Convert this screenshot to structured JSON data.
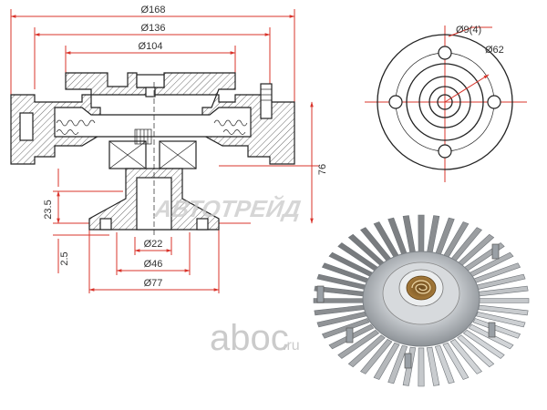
{
  "diagram": {
    "dimensions": {
      "d168": "Ø168",
      "d136": "Ø136",
      "d104": "Ø104",
      "h76": "76",
      "h23_5": "23.5",
      "h2_5": "2.5",
      "d22": "Ø22",
      "d46": "Ø46",
      "d77": "Ø77",
      "holes": "Ø9(4)",
      "d62": "Ø62"
    },
    "watermark": "АВТОТРЕЙД",
    "brand": {
      "name": "aboc",
      "suffix": ".ru"
    }
  },
  "colors": {
    "dimension_line": "#d9342b",
    "drawing_ink": "#222222",
    "watermark": "#c8c8c8",
    "brand": "#b5b5b5",
    "metal": "#b8bcc0"
  }
}
